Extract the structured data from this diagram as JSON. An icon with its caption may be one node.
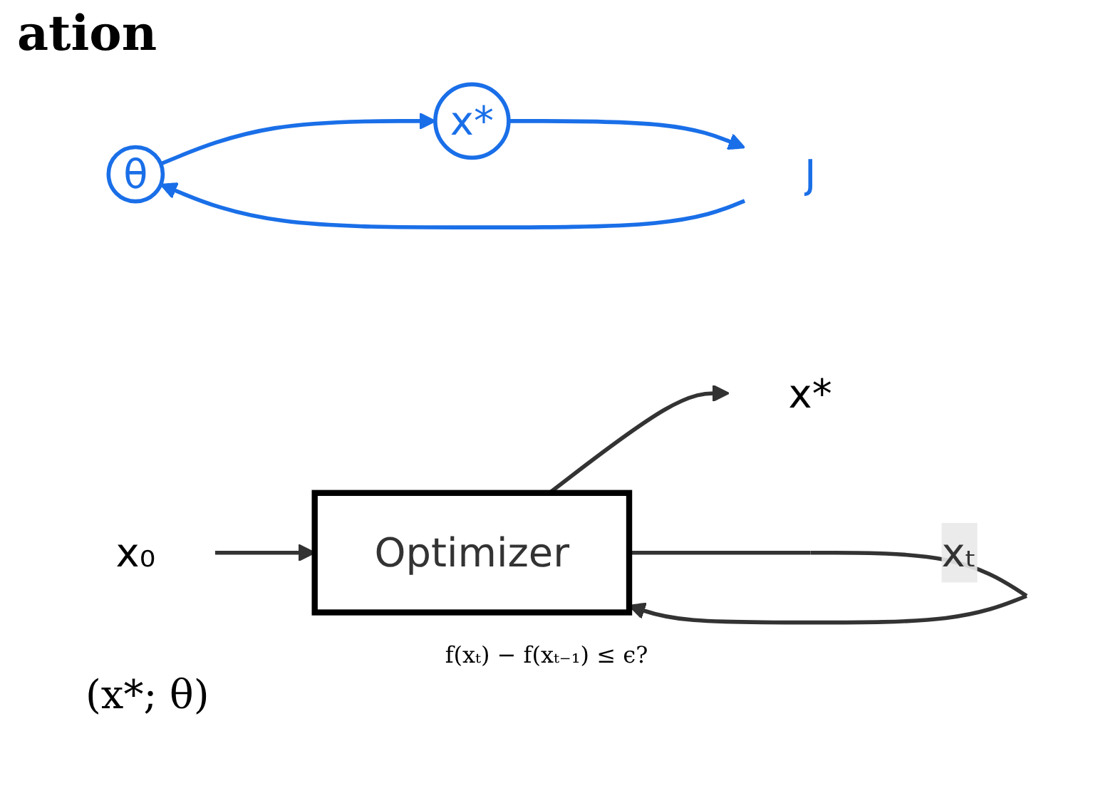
{
  "diagram": {
    "title": "ation",
    "nodes": [
      {
        "text": [
          "x₀"
        ]
      },
      {
        "text": [
          "Optimizer"
        ],
        "beside": [
          "f(xₜ) − f(xₜ₋₁) ≤ ϵ?"
        ]
      },
      {
        "text": [
          "x*"
        ]
      },
      {
        "text": [
          "θ"
        ]
      },
      {
        "text": [
          "x*"
        ]
      },
      {
        "text": [
          "J"
        ]
      }
    ],
    "edges": [
      {
        "from": 0,
        "to": 1,
        "arrow": "to"
      },
      {
        "from": 1,
        "to": 2,
        "arrow": "to"
      },
      {
        "from": 1,
        "to": 1,
        "arrow": "to",
        "label": "xₜ"
      },
      {
        "from": 3,
        "to": 4,
        "arrow": "to",
        "color": "#1a6fe8"
      },
      {
        "from": 4,
        "to": 5,
        "arrow": "to",
        "color": "#1a6fe8"
      },
      {
        "from": 5,
        "to": 3,
        "arrow": "to",
        "color": "#1a6fe8"
      }
    ],
    "labels": [
      "(x*; θ)"
    ]
  }
}
